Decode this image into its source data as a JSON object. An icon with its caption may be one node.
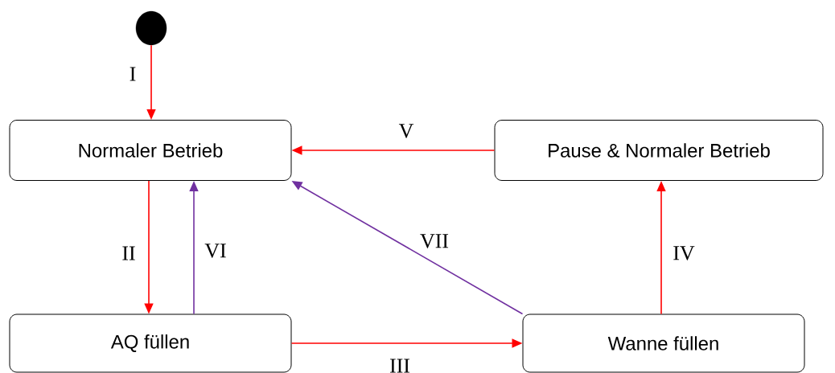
{
  "diagram": {
    "nodes": [
      {
        "text": [],
        "shape": "circle"
      },
      {
        "text": [
          "Normaler Betrieb"
        ]
      },
      {
        "text": [
          "Pause & Normaler Betrieb"
        ]
      },
      {
        "text": [
          "AQ füllen"
        ]
      },
      {
        "text": [
          "Wanne füllen"
        ]
      }
    ],
    "edges": [
      {
        "from": 0,
        "to": 1,
        "arrow": "to",
        "label": "I"
      },
      {
        "from": 1,
        "to": 3,
        "arrow": "to",
        "label": "II"
      },
      {
        "from": 3,
        "to": 4,
        "arrow": "to",
        "label": "III"
      },
      {
        "from": 4,
        "to": 2,
        "arrow": "to",
        "label": "IV"
      },
      {
        "from": 2,
        "to": 1,
        "arrow": "to",
        "label": "V"
      },
      {
        "from": 3,
        "to": 1,
        "arrow": "to",
        "label": "VI",
        "color": "#7030a0"
      },
      {
        "from": 4,
        "to": 1,
        "arrow": "to",
        "label": "VII",
        "color": "#7030a0"
      }
    ]
  }
}
